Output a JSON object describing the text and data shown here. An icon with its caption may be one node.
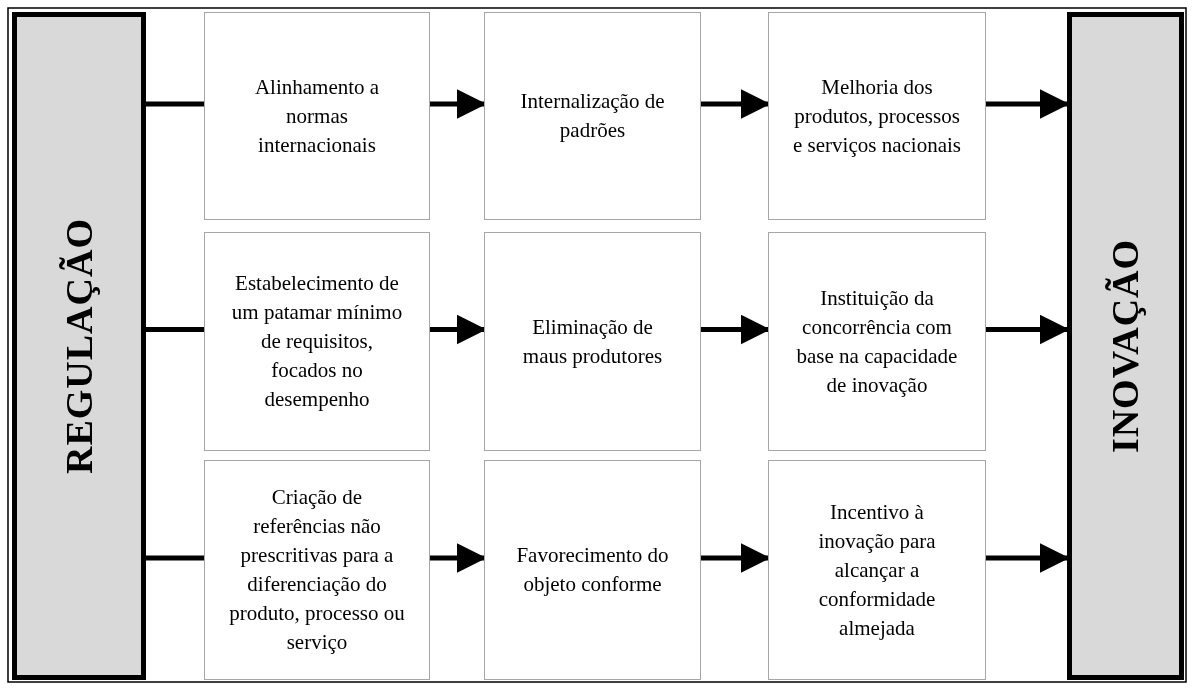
{
  "diagram": {
    "nodes": [
      {
        "text": [
          "REGULAÇÃO"
        ]
      },
      {
        "text": [
          "Alinhamento a normas internacionais"
        ]
      },
      {
        "text": [
          "Internalização de padrões"
        ]
      },
      {
        "text": [
          "Melhoria dos produtos, processos e serviços nacionais"
        ]
      },
      {
        "text": [
          "Estabelecimento de um patamar mínimo de requisitos, focados no desempenho"
        ]
      },
      {
        "text": [
          "Eliminação de maus produtores"
        ]
      },
      {
        "text": [
          "Instituição da concorrência com base na capacidade de inovação"
        ]
      },
      {
        "text": [
          "Criação de referências não prescritivas para a diferenciação do produto, processo ou serviço"
        ]
      },
      {
        "text": [
          "Favorecimento do objeto conforme"
        ]
      },
      {
        "text": [
          "Incentivo à inovação para alcançar a conformidade almejada"
        ]
      },
      {
        "text": [
          "INOVAÇÃO"
        ]
      }
    ],
    "edges": [
      {
        "from": 0,
        "to": 1,
        "arrow": "none"
      },
      {
        "from": 1,
        "to": 2,
        "arrow": "to"
      },
      {
        "from": 2,
        "to": 3,
        "arrow": "to"
      },
      {
        "from": 3,
        "to": 10,
        "arrow": "to"
      },
      {
        "from": 0,
        "to": 4,
        "arrow": "none"
      },
      {
        "from": 4,
        "to": 5,
        "arrow": "to"
      },
      {
        "from": 5,
        "to": 6,
        "arrow": "to"
      },
      {
        "from": 6,
        "to": 10,
        "arrow": "to"
      },
      {
        "from": 0,
        "to": 7,
        "arrow": "none"
      },
      {
        "from": 7,
        "to": 8,
        "arrow": "to"
      },
      {
        "from": 8,
        "to": 9,
        "arrow": "to"
      },
      {
        "from": 9,
        "to": 10,
        "arrow": "to"
      }
    ]
  }
}
